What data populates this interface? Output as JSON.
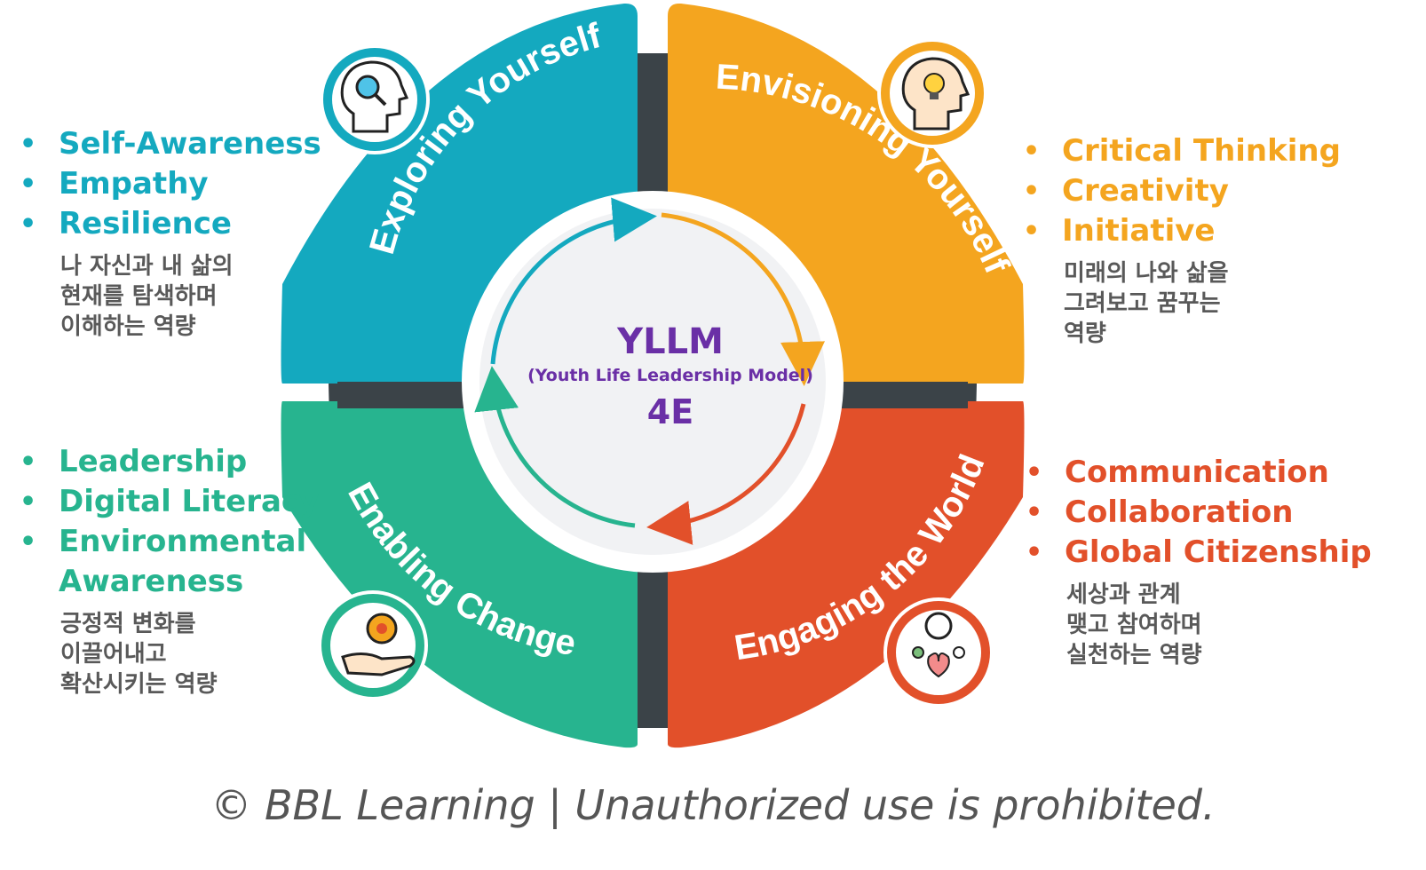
{
  "colors": {
    "teal": "#14a9bf",
    "orange": "#f4a51f",
    "green": "#27b48f",
    "red": "#e2502a",
    "purple": "#6a2fa6",
    "dark": "#3b4348"
  },
  "center": {
    "title": "YLLM",
    "subtitle": "(Youth Life Leadership Model)",
    "label": "4E"
  },
  "quadrants": {
    "exploring": {
      "title": "Exploring Yourself",
      "icon": "head-magnifier-icon",
      "items": [
        "Self-Awareness",
        "Empathy",
        "Resilience"
      ],
      "desc": "나 자신과 내 삶의\n현재를 탐색하며\n이해하는 역량"
    },
    "envisioning": {
      "title": "Envisioning Yourself",
      "icon": "head-lightbulb-icon",
      "items": [
        "Critical Thinking",
        "Creativity",
        "Initiative"
      ],
      "desc": "미래의 나와 삶을\n그려보고 꿈꾸는\n역량"
    },
    "enabling": {
      "title": "Enabling Change",
      "icon": "hand-gear-icon",
      "items": [
        "Leadership",
        "Digital Literacy",
        "Environmental",
        "Awareness"
      ],
      "desc": "긍정적 변화를\n이끌어내고\n확산시키는 역량"
    },
    "engaging": {
      "title": "Engaging the World",
      "icon": "globe-people-heart-icon",
      "items": [
        "Communication",
        "Collaboration",
        "Global Citizenship"
      ],
      "desc": "세상과 관계\n맺고 참여하며\n실천하는 역량"
    }
  },
  "footer": "© BBL Learning | Unauthorized use is prohibited."
}
